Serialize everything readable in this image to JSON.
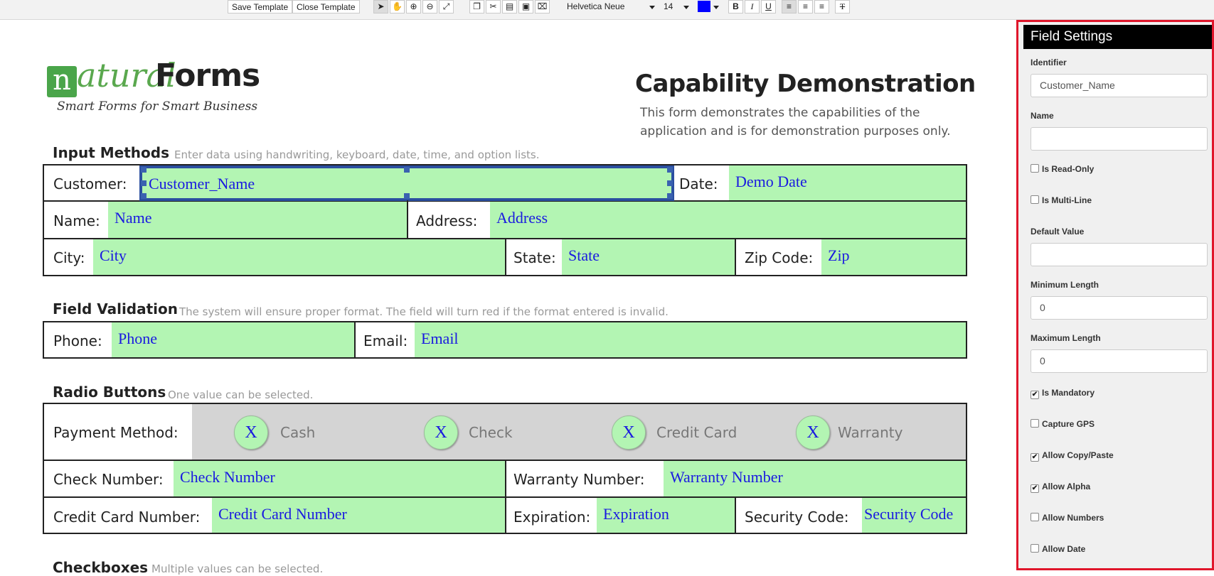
{
  "toolbar": {
    "save_template": "Save Template",
    "close_template": "Close Template",
    "font_family": "Helvetica Neue",
    "font_size": "14",
    "text_color": "#0000ff",
    "bold": "B",
    "italic": "I",
    "underline": "U",
    "clear_format": "T"
  },
  "logo": {
    "text_n": "n",
    "text_atural": "atural",
    "text_forms": "Forms",
    "tagline": "Smart Forms for Smart Business"
  },
  "form": {
    "title": "Capability Demonstration",
    "description": "This form demonstrates the capabilities of the application and is for demonstration purposes only.",
    "input_methods": {
      "title": "Input Methods",
      "subtitle": "Enter data using handwriting, keyboard, date, time, and option lists.",
      "customer_label": "Customer:",
      "customer_value": "Customer_Name",
      "date_label": "Date:",
      "date_value": "Demo Date",
      "name_label": "Name:",
      "name_value": "Name",
      "address_label": "Address:",
      "address_value": "Address",
      "city_label": "City:",
      "city_value": "City",
      "state_label": "State:",
      "state_value": "State",
      "zip_label": "Zip Code:",
      "zip_value": "Zip"
    },
    "field_validation": {
      "title": "Field Validation",
      "subtitle": "The system will ensure proper format. The field will turn red if the format entered is invalid.",
      "phone_label": "Phone:",
      "phone_value": "Phone",
      "email_label": "Email:",
      "email_value": "Email"
    },
    "radio_buttons": {
      "title": "Radio Buttons",
      "subtitle": "One value can be selected.",
      "payment_label": "Payment Method:",
      "mark": "X",
      "options": [
        "Cash",
        "Check",
        "Credit Card",
        "Warranty"
      ],
      "check_number_label": "Check Number:",
      "check_number_value": "Check Number",
      "warranty_number_label": "Warranty Number:",
      "warranty_number_value": "Warranty Number",
      "cc_number_label": "Credit Card Number:",
      "cc_number_value": "Credit Card Number",
      "expiration_label": "Expiration:",
      "expiration_value": "Expiration",
      "security_label": "Security Code:",
      "security_value": "Security Code"
    },
    "checkboxes": {
      "title": "Checkboxes",
      "subtitle": "Multiple values can be selected."
    }
  },
  "panel": {
    "title": "Field Settings",
    "identifier_label": "Identifier",
    "identifier_value": "Customer_Name",
    "name_label": "Name",
    "name_value": "",
    "read_only_label": "Is Read-Only",
    "multi_line_label": "Is Multi-Line",
    "default_value_label": "Default Value",
    "default_value": "",
    "min_length_label": "Minimum Length",
    "min_length_value": "0",
    "max_length_label": "Maximum Length",
    "max_length_value": "0",
    "mandatory_label": "Is Mandatory",
    "gps_label": "Capture GPS",
    "copy_paste_label": "Allow Copy/Paste",
    "alpha_label": "Allow Alpha",
    "numbers_label": "Allow Numbers",
    "date_label": "Allow Date",
    "checkbox_states": {
      "read_only": false,
      "multi_line": false,
      "mandatory": true,
      "gps": false,
      "copy_paste": true,
      "alpha": true,
      "numbers": false,
      "date": false
    },
    "border_color": "#e0162b"
  },
  "colors": {
    "field_fill": "#b3f5b3",
    "field_text": "#1a1ae0",
    "selection": "#2b4fa0"
  }
}
